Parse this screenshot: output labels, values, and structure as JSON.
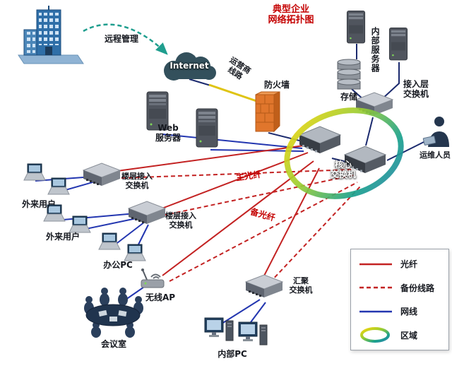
{
  "title": {
    "line1": "典型企业",
    "line2": "网络拓扑图"
  },
  "labels": {
    "remote_mgmt": "远程管理",
    "internet": "Internet",
    "carrier1": "运营商",
    "carrier2": "线路",
    "firewall": "防火墙",
    "web1": "Web",
    "web2": "服务器",
    "internal_server": "内部服务器",
    "storage": "存储",
    "access1": "接入层",
    "access2": "交换机",
    "ops": "运维人员",
    "core1": "核心",
    "core2": "交换机",
    "floor1a": "楼层接入",
    "floor1b": "交换机",
    "floor2a": "楼层接入",
    "floor2b": "交换机",
    "ext_user1": "外来用户",
    "ext_user2": "外来用户",
    "office_pc": "办公PC",
    "wireless_ap": "无线AP",
    "meeting": "会议室",
    "agg1": "汇聚",
    "agg2": "交换机",
    "internal_pc": "内部PC",
    "main_fiber": "主光纤",
    "backup_fiber": "备光纤"
  },
  "legend": {
    "items": [
      {
        "label": "光纤",
        "style": "solid-red"
      },
      {
        "label": "备份线路",
        "style": "dashed-red"
      },
      {
        "label": "网线",
        "style": "solid-blue"
      },
      {
        "label": "区域",
        "style": "gradient-ring"
      }
    ]
  },
  "colors": {
    "fiber": "#c32222",
    "backup_line": "#c32222",
    "network_cable": "#2336b0",
    "backbone_cable": "#1b2a6e",
    "carrier_line": "#dfc414",
    "remote_link": "#1f9e8e",
    "title_text": "#c40000",
    "ring_gradient": [
      "#f6d60a",
      "#9acd32",
      "#18a08d",
      "#2e86ab"
    ]
  }
}
